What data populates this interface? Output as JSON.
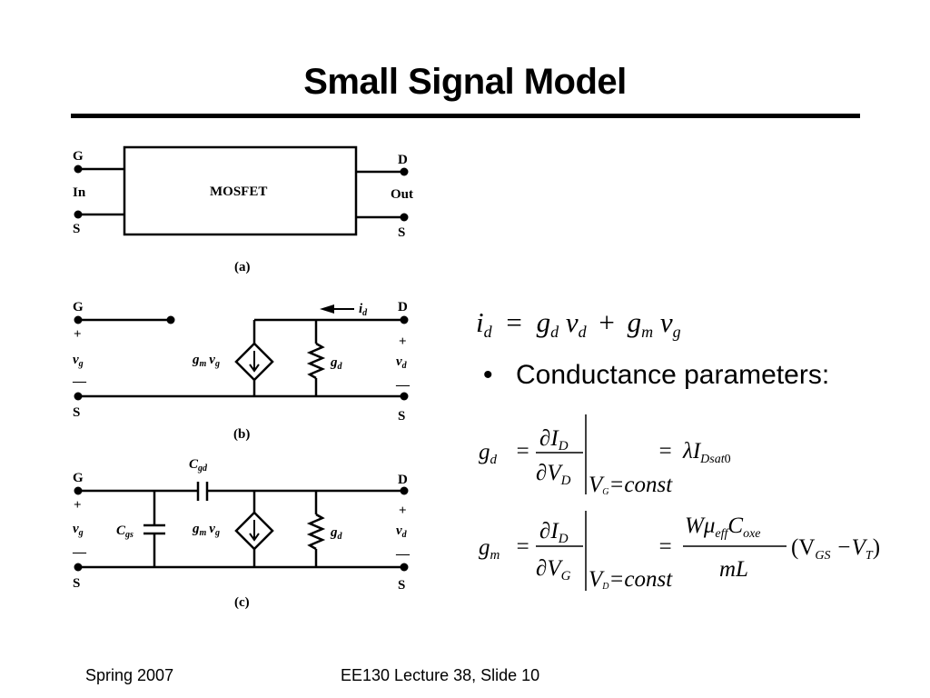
{
  "slide": {
    "title": "Small Signal Model",
    "bullet": "Conductance parameters:",
    "footer_left": "Spring 2007",
    "footer_center": "EE130 Lecture 38, Slide 10"
  },
  "diagram_a": {
    "gate": "G",
    "input": "In",
    "source_left": "S",
    "box_label": "MOSFET",
    "drain": "D",
    "output": "Out",
    "source_right": "S",
    "caption": "(a)"
  },
  "diagram_b": {
    "gate": "G",
    "plus_left": "+",
    "vg": "v",
    "vg_sub": "g",
    "minus_left": "—",
    "source_left": "S",
    "id_arrow": "i",
    "id_sub": "d",
    "drain": "D",
    "plus_right": "+",
    "vd": "v",
    "vd_sub": "d",
    "minus_right": "—",
    "source_right": "S",
    "gm": "g",
    "gm_sub": "m",
    "gm_v": "v",
    "gm_v_sub": "g",
    "gd": "g",
    "gd_sub": "d",
    "caption": "(b)"
  },
  "diagram_c": {
    "gate": "G",
    "plus_left": "+",
    "vg": "v",
    "vg_sub": "g",
    "minus_left": "—",
    "source_left": "S",
    "cgd": "C",
    "cgd_sub": "gd",
    "cgs": "C",
    "cgs_sub": "gs",
    "drain": "D",
    "plus_right": "+",
    "vd": "v",
    "vd_sub": "d",
    "minus_right": "—",
    "source_right": "S",
    "gm": "g",
    "gm_sub": "m",
    "gm_v": "v",
    "gm_v_sub": "g",
    "gd": "g",
    "gd_sub": "d",
    "caption": "(c)"
  },
  "equations": {
    "main": {
      "i": "i",
      "i_sub": "d",
      "eq": "=",
      "g1": "g",
      "g1_sub": "d",
      "v1": "v",
      "v1_sub": "d",
      "plus": "+",
      "g2": "g",
      "g2_sub": "m",
      "v2": "v",
      "v2_sub": "g"
    },
    "gd": {
      "lhs": "g",
      "lhs_sub": "d",
      "eq": "=",
      "num": "∂I",
      "num_sub": "D",
      "den": "∂V",
      "den_sub": "D",
      "eval_v": "V",
      "eval_sub": "G",
      "eval_rest": "=const",
      "eq2": "=",
      "lambda": "λI",
      "rhs_sub": "Dsat",
      "rhs_zero": "0"
    },
    "gm": {
      "lhs": "g",
      "lhs_sub": "m",
      "eq": "=",
      "num": "∂I",
      "num_sub": "D",
      "den": "∂V",
      "den_sub": "G",
      "eval_v": "V",
      "eval_sub": "D",
      "eval_rest": "=const",
      "eq2": "=",
      "w_mu": "Wμ",
      "eff": "eff",
      "c": "C",
      "oxe": "oxe",
      "den2": "mL",
      "paren_open": "(V",
      "vgs_sub": "GS",
      "minus": " −V",
      "vt_sub": "T",
      "paren_close": ")"
    }
  }
}
